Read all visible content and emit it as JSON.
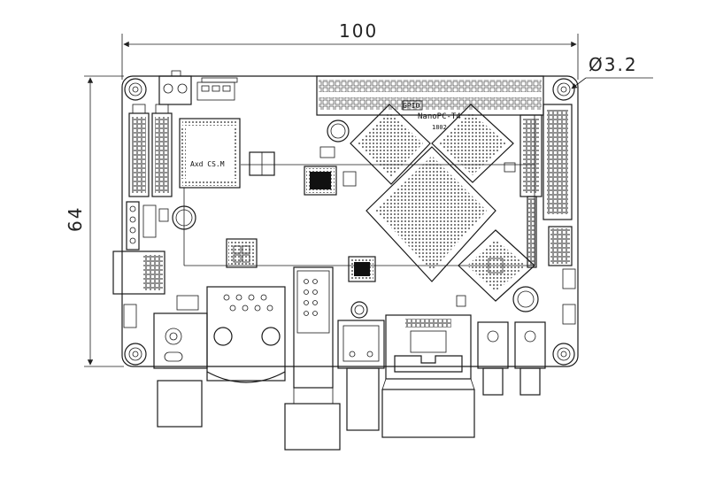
{
  "dimensions": {
    "width_label": "100",
    "height_label": "64",
    "hole_label": "Ø3.2"
  },
  "silkscreen": {
    "board_name": "NanoPC-T4",
    "board_date": "1802",
    "gpio_label": "GPIO"
  }
}
